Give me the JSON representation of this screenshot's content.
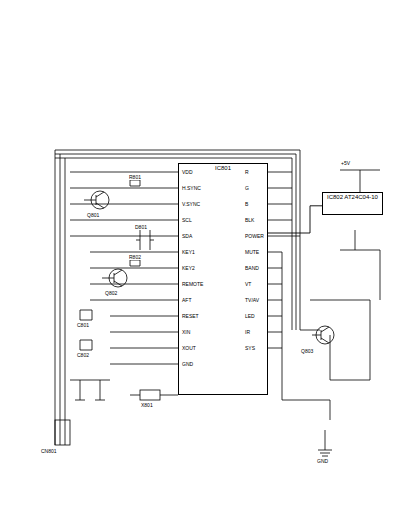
{
  "diagram": {
    "nodes": [
      {
        "text": [
          "IC801"
        ]
      },
      {
        "text": [
          "IC802 AT24C04-10"
        ]
      }
    ],
    "edges": [
      {
        "from": 0,
        "to": 1,
        "arrow": "none"
      }
    ],
    "labels": [
      "VDD",
      "H.SYNC",
      "V.SYNC",
      "SCL",
      "SDA",
      "KEY1",
      "KEY2",
      "REMOTE",
      "AFT",
      "RESET",
      "XIN",
      "XOUT",
      "GND",
      "R",
      "G",
      "B",
      "BLK",
      "POWER",
      "MUTE",
      "BAND",
      "VT",
      "TV/AV",
      "LED",
      "IR",
      "SYS",
      "Q801",
      "Q802",
      "Q803",
      "X801",
      "CN801",
      "R801",
      "R802",
      "C801",
      "C802",
      "D801",
      "+5V",
      "GND"
    ]
  }
}
